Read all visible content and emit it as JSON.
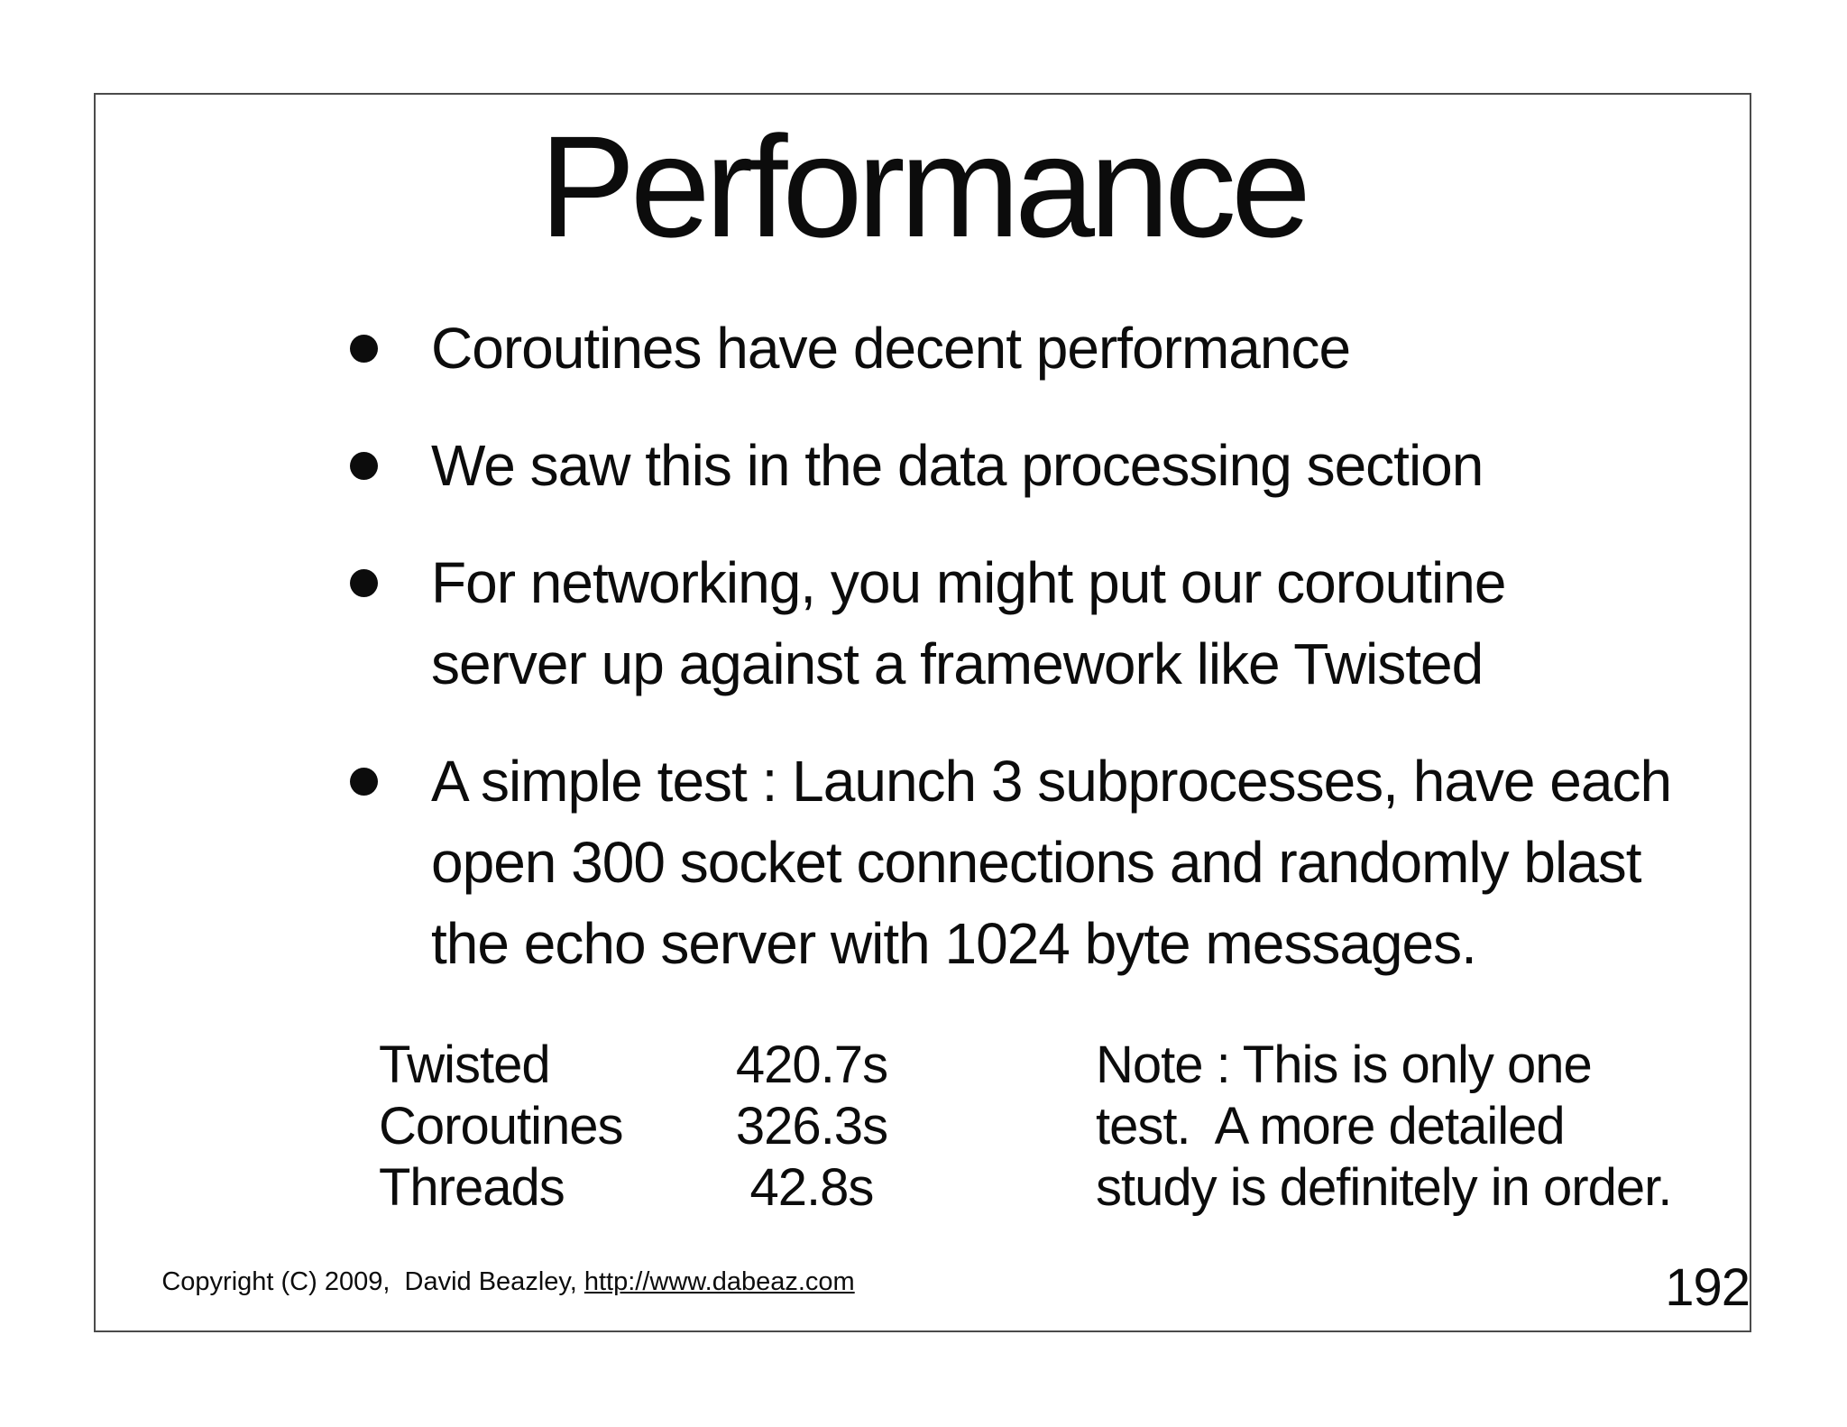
{
  "slide": {
    "title": "Performance",
    "bullets": [
      {
        "lines": [
          "Coroutines have decent performance"
        ]
      },
      {
        "lines": [
          "We saw this in the data processing section"
        ]
      },
      {
        "lines": [
          "For networking, you might put our coroutine",
          "server up against a framework like Twisted"
        ]
      },
      {
        "lines": [
          "A simple test : Launch 3 subprocesses, have each",
          "open 300 socket connections and randomly blast",
          "the echo server with 1024 byte messages."
        ]
      }
    ],
    "results_table": {
      "rows": [
        {
          "label": "Twisted",
          "value": "420.7s"
        },
        {
          "label": "Coroutines",
          "value": "326.3s"
        },
        {
          "label": "Threads",
          "value": "42.8s"
        }
      ]
    },
    "note": {
      "lines": [
        "Note : This is only one",
        "test.  A more detailed",
        "study is definitely in order."
      ]
    },
    "footer": {
      "copyright_prefix": "Copyright (C) 2009,  David Beazley, ",
      "link": "http://www.dabeaz.com"
    },
    "page_number": "192"
  },
  "colors": {
    "background": "#ffffff",
    "text": "#0c0c0c",
    "slide_border": "#4b4b4b"
  }
}
